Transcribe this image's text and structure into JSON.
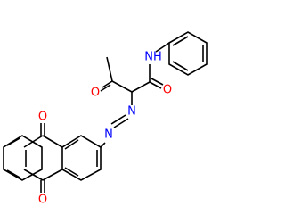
{
  "structure": {
    "atoms": {
      "ketone_oxygen": "O",
      "amide_oxygen": "O",
      "amide_nitrogen": "NH",
      "azo_nitrogen_1": "N",
      "azo_nitrogen_2": "N",
      "quinone_oxygen_top": "O",
      "quinone_oxygen_bottom": "O"
    }
  },
  "colors": {
    "bond": "#000000",
    "oxygen": "#ff0000",
    "nitrogen": "#0000ff",
    "background": "#ffffff"
  }
}
